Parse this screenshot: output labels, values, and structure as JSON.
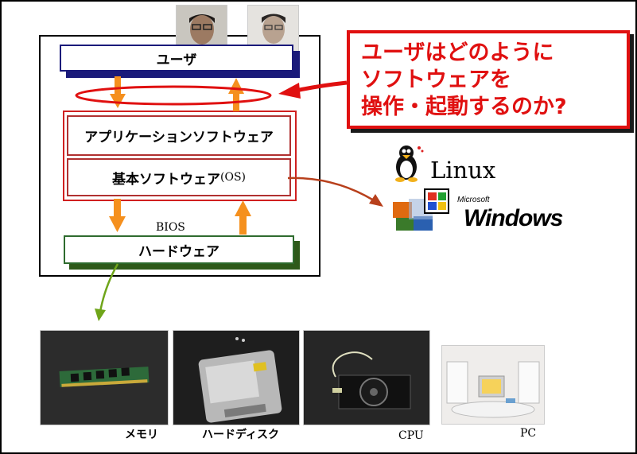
{
  "layers": {
    "user": "ユーザ",
    "application": "アプリケーションソフトウェア",
    "os_main": "基本ソフトウェア",
    "os_suffix": "(OS)",
    "hardware": "ハードウェア",
    "bios": "BIOS"
  },
  "callout": {
    "lines": [
      "ユーザはどのように",
      "ソフトウェアを",
      "操作・起動するのか?"
    ],
    "color": "#e01010"
  },
  "os_examples": {
    "linux": "Linux",
    "microsoft": "Microsoft",
    "windows": "Windows"
  },
  "hardware_examples": [
    "メモリ",
    "ハードディスク",
    "CPU",
    "PC"
  ],
  "colors": {
    "arrow_orange": "#f5901e",
    "user_bar": "#1a1a7a",
    "app_border": "#b03030",
    "hardware_bar": "#2e6b2e",
    "os_arrow": "#b8401c",
    "hw_arrow": "#6fa51a"
  }
}
